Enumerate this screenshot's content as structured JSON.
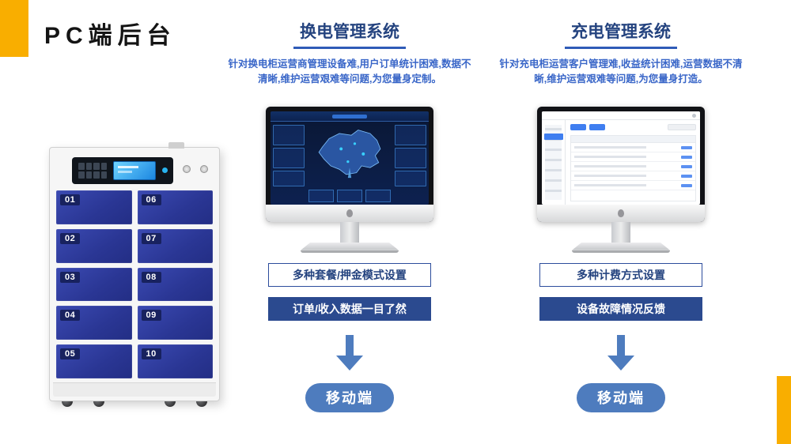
{
  "page": {
    "title": "PC端后台"
  },
  "colors": {
    "accent_yellow": "#F9AE00",
    "header_navy": "#24437F",
    "desc_blue": "#3966C8",
    "steel_blue": "#4E7CBE",
    "box_solid": "#2B4A8F",
    "door_blue": "#2A3694"
  },
  "cabinet": {
    "doors_left": [
      "01",
      "02",
      "03",
      "04",
      "05"
    ],
    "doors_right": [
      "06",
      "07",
      "08",
      "09",
      "10"
    ]
  },
  "columns": [
    {
      "header": "换电管理系统",
      "desc": "针对换电柜运营商管理设备难,用户订单统计困难,数据不清晰,维护运营艰难等问题,为您量身定制。",
      "box1": "多种套餐/押金模式设置",
      "box2": "订单/收入数据一目了然",
      "pill": "移动端"
    },
    {
      "header": "充电管理系统",
      "desc": "针对充电柜运营客户管理难,收益统计困难,运营数据不清晰,维护运营艰难等问题,为您量身打造。",
      "box1": "多种计费方式设置",
      "box2": "设备故障情况反馈",
      "pill": "移动端"
    }
  ]
}
